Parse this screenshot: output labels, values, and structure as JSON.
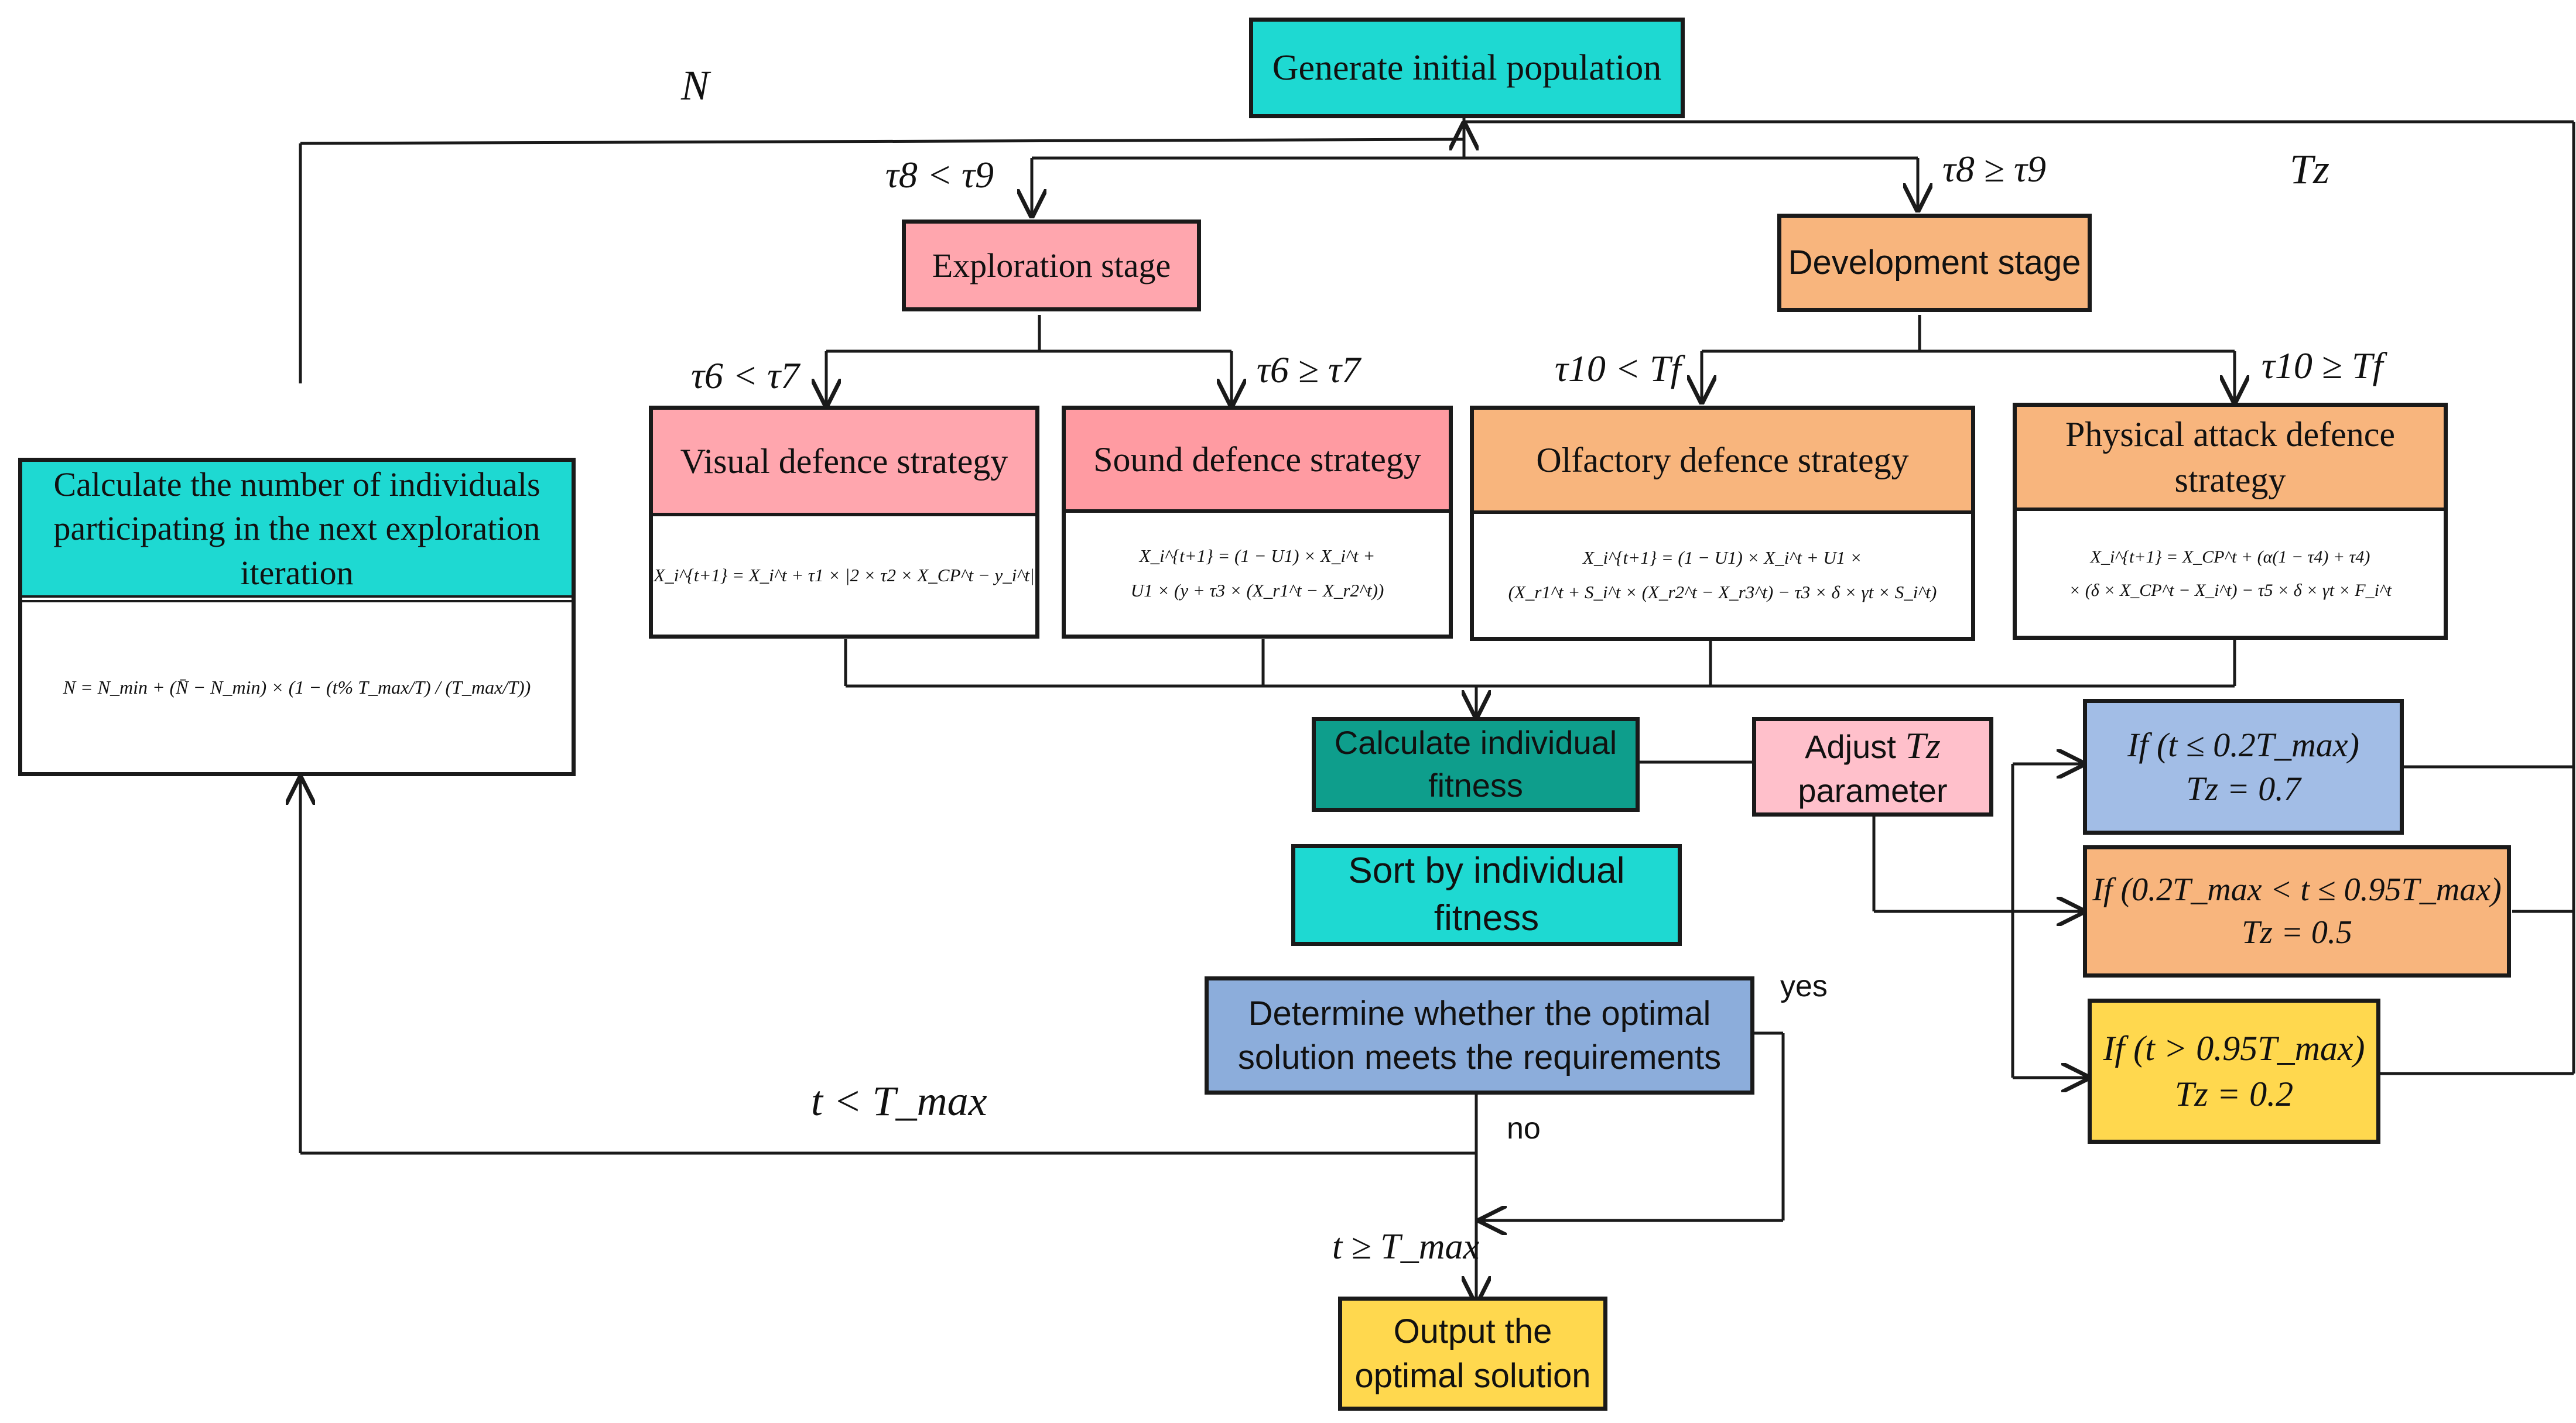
{
  "boxes": {
    "generate": "Generate initial population",
    "exploration": "Exploration stage",
    "development": "Development stage",
    "visual": "Visual defence strategy",
    "sound": "Sound defence strategy",
    "olfactory": "Olfactory defence strategy",
    "physical": "Physical attack defence strategy",
    "calc_n": "Calculate the number of individuals participating in the next exploration iteration",
    "fitness": "Calculate individual fitness",
    "sort": "Sort by individual fitness",
    "determine": "Determine whether the optimal solution meets the requirements",
    "output": "Output the optimal solution",
    "adjust": "Adjust",
    "adjust2": "parameter",
    "adjust_tz": "Tz"
  },
  "formulas": {
    "visual": "X_i^{t+1} = X_i^t + τ1 × |2 × τ2 × X_CP^t − y_i^t|",
    "sound_1": "X_i^{t+1} = (1 − U1) × X_i^t +",
    "sound_2": "U1 × (y + τ3 × (X_r1^t − X_r2^t))",
    "olfactory_1": "X_i^{t+1} = (1 − U1) × X_i^t + U1 ×",
    "olfactory_2": "(X_r1^t + S_i^t × (X_r2^t − X_r3^t) − τ3 × δ × γt × S_i^t)",
    "physical_1": "X_i^{t+1} = X_CP^t + (α(1 − τ4) + τ4)",
    "physical_2": "× (δ × X_CP^t − X_i^t) − τ5 × δ × γt × F_i^t",
    "calc_n": "N = N_min + (N̄ − N_min) × (1 − (t% T_max/T) / (T_max/T))"
  },
  "conditions": {
    "cond1_if": "If (t ≤ 0.2T_max)",
    "cond1_tz": "Tz = 0.7",
    "cond2_if": "If (0.2T_max < t ≤ 0.95T_max)",
    "cond2_tz": "Tz = 0.5",
    "cond3_if": "If (t > 0.95T_max)",
    "cond3_tz": "Tz = 0.2"
  },
  "labels": {
    "N": "N",
    "Tz": "Tz",
    "tau8_lt": "τ8 < τ9",
    "tau8_ge": "τ8 ≥ τ9",
    "tau6_lt": "τ6 < τ7",
    "tau6_ge": "τ6 ≥ τ7",
    "tau10_lt": "τ10 < Tf",
    "tau10_ge": "τ10 ≥ Tf",
    "yes": "yes",
    "no": "no",
    "t_lt": "t < T_max",
    "t_ge": "t ≥ T_max"
  },
  "colors": {
    "cyan": "#1ED9D2",
    "pink": "#FFA6AE",
    "orange": "#F8B57D",
    "teal": "#0E9E8C",
    "blue": "#8CADDB",
    "yellow": "#FFD84E",
    "lightpink": "#FFC0CB"
  }
}
